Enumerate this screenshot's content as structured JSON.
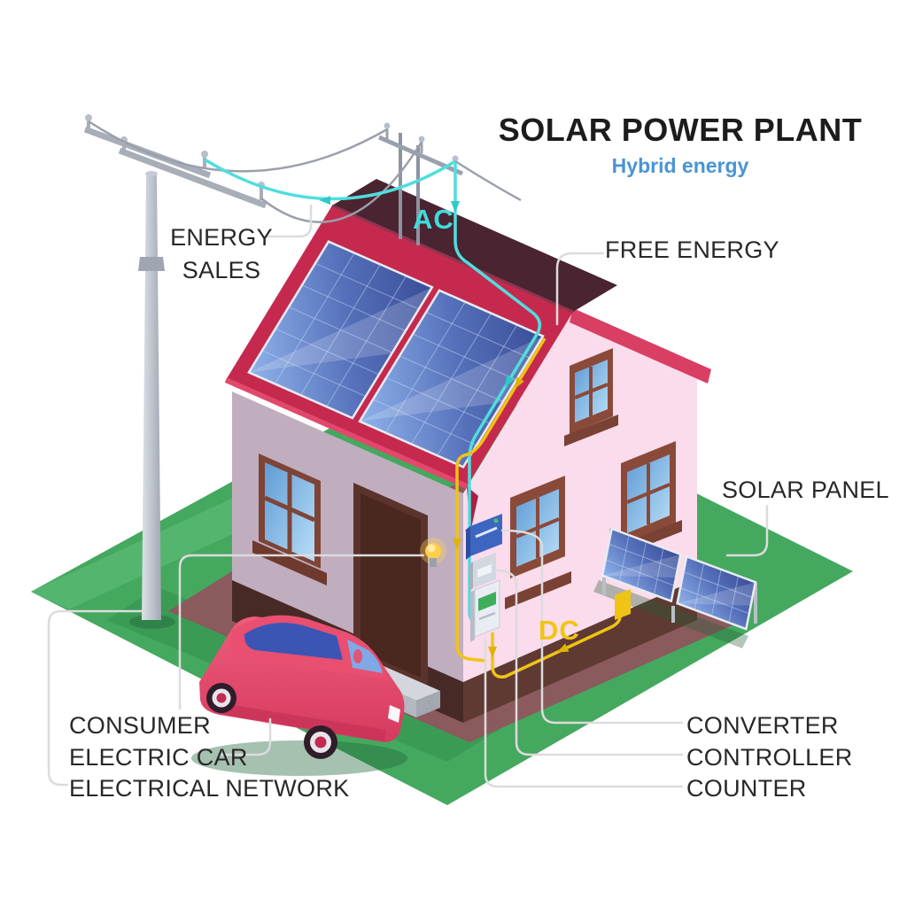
{
  "title": {
    "text": "SOLAR POWER PLANT",
    "subtitle": "Hybrid energy"
  },
  "labels": {
    "energy_sales": [
      "ENERGY",
      "SALES"
    ],
    "free_energy": "FREE ENERGY",
    "solar_panel": "SOLAR PANEL",
    "consumer": "CONSUMER",
    "electric_car": "ELECTRIC CAR",
    "electrical_network": "ELECTRICAL NETWORK",
    "converter": "CONVERTER",
    "controller": "CONTROLLER",
    "counter": "COUNTER"
  },
  "wire_tags": {
    "ac": "AC",
    "dc": "DC"
  },
  "colors": {
    "ac_wire_cyan": "#40dcdc",
    "dc_wire_yellow": "#f0c414",
    "subtitle_blue": "#4a94d4",
    "roof_red": "#c52a4e",
    "roof_dark_band": "#4a2431",
    "gable_wall_pink": "#fbdcec",
    "side_wall_mauve": "#c0aebf",
    "grass_green": "#45a85f",
    "solar_panel_blue": "#44549f",
    "car_pink": "#e84f70",
    "label_text": "#2a2727",
    "leader_line": "#dcdcdc"
  }
}
